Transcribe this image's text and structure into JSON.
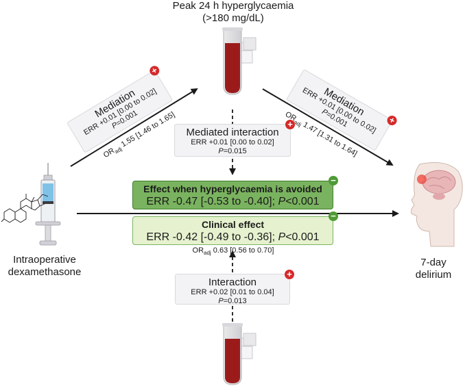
{
  "top_label": {
    "line1": "Peak 24 h hyperglycaemia",
    "line2": "(>180 mg/dL)"
  },
  "left_label": {
    "line1": "Intraoperative",
    "line2": "dexamethasone"
  },
  "right_label": {
    "line1": "7-day",
    "line2": "delirium"
  },
  "mediation_left": {
    "title": "Mediation",
    "err": "ERR +0.01 [0.00 to 0.02]",
    "p_label": "P",
    "p_value": "=0.001",
    "or_prefix": "OR",
    "or_sub": "adj",
    "or_value": " 1.55 [1.46 to 1.65]",
    "badge": "+"
  },
  "mediation_right": {
    "title": "Mediation",
    "err": "ERR +0.01 [0.00 to 0.02]",
    "p_label": "P",
    "p_value": "=0.001",
    "or_prefix": "OR",
    "or_sub": "adj",
    "or_value": " 1.47 [1.31 to 1.64]",
    "badge": "+"
  },
  "mediated_interaction": {
    "title": "Mediated interaction",
    "err": "ERR +0.01 [0.00 to 0.02]",
    "p_label": "P",
    "p_value": "=0.015",
    "badge": "+"
  },
  "effect_avoided": {
    "title": "Effect when hyperglycaemia is avoided",
    "err_text": "ERR -0.47 [-0.53 to -0.40]; ",
    "p_label": "P",
    "p_value": "<0.001",
    "badge": "−"
  },
  "clinical_effect": {
    "title": "Clinical effect",
    "err_text": "ERR -0.42 [-0.49 to -0.36]; ",
    "p_label": "P",
    "p_value": "<0.001",
    "badge": "−"
  },
  "clinical_or": {
    "or_prefix": "OR",
    "or_sub": "adj",
    "or_value": " 0.63 [0.56 to 0.70]"
  },
  "interaction": {
    "title": "Interaction",
    "err": "ERR +0.02 [0.01 to 0.04]",
    "p_label": "P",
    "p_value": "=0.013",
    "badge": "+"
  },
  "colors": {
    "blood": "#9b1b1b",
    "green_dark": "#7ab35f",
    "green_light": "#e6f2cf",
    "badge_red": "#d42a2a",
    "badge_green": "#4f9a36"
  }
}
